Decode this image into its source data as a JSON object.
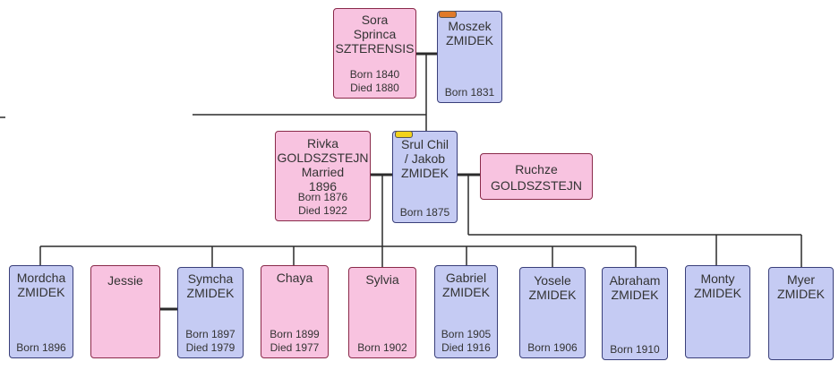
{
  "people": {
    "sora": {
      "name": [
        "Sora",
        "Sprinca",
        "SZTERENSIS"
      ],
      "details": [
        "Born 1840",
        "Died 1880"
      ]
    },
    "moszek": {
      "name": [
        "Moszek",
        "ZMIDEK"
      ],
      "details": [
        "Born 1831"
      ]
    },
    "rivka": {
      "name": [
        "Rivka",
        "GOLDSZSTEJN",
        "Married",
        "1896"
      ],
      "details": [
        "Born 1876",
        "Died 1922"
      ]
    },
    "srul": {
      "name": [
        "Srul  Chil",
        "/ Jakob",
        "ZMIDEK"
      ],
      "details": [
        "Born 1875"
      ]
    },
    "ruchze": {
      "name": [
        "Ruchze",
        "GOLDSZSTEJN"
      ],
      "details": []
    },
    "mordcha": {
      "name": [
        "Mordcha",
        "ZMIDEK"
      ],
      "details": [
        "Born 1896"
      ]
    },
    "jessie": {
      "name": [
        "Jessie"
      ],
      "details": []
    },
    "symcha": {
      "name": [
        "Symcha",
        "ZMIDEK"
      ],
      "details": [
        "Born 1897",
        "Died 1979"
      ]
    },
    "chaya": {
      "name": [
        "Chaya"
      ],
      "details": [
        "Born 1899",
        "Died 1977"
      ]
    },
    "sylvia": {
      "name": [
        "Sylvia"
      ],
      "details": [
        "Born 1902"
      ]
    },
    "gabriel": {
      "name": [
        "Gabriel",
        "ZMIDEK"
      ],
      "details": [
        "Born 1905",
        "Died 1916"
      ]
    },
    "yosele": {
      "name": [
        "Yosele",
        "ZMIDEK"
      ],
      "details": [
        "Born 1906"
      ]
    },
    "abraham": {
      "name": [
        "Abraham",
        "ZMIDEK"
      ],
      "details": [
        "Born 1910"
      ]
    },
    "monty": {
      "name": [
        "Monty",
        "ZMIDEK"
      ],
      "details": []
    },
    "myer": {
      "name": [
        "Myer",
        "ZMIDEK"
      ],
      "details": []
    }
  },
  "colors": {
    "female": "#f8c3e0",
    "male": "#c5cbf3",
    "line": "#2b2b2b",
    "marker_orange": "#e07a2a",
    "marker_yellow": "#f2d21a"
  }
}
